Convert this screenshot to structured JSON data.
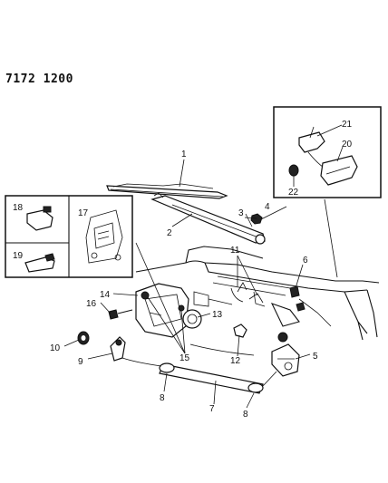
{
  "document_code": "7172 1200",
  "callouts": [
    {
      "id": "c1",
      "label": "1"
    },
    {
      "id": "c2",
      "label": "2"
    },
    {
      "id": "c3",
      "label": "3"
    },
    {
      "id": "c4",
      "label": "4"
    },
    {
      "id": "c5",
      "label": "5"
    },
    {
      "id": "c6",
      "label": "6"
    },
    {
      "id": "c7",
      "label": "7"
    },
    {
      "id": "c8a",
      "label": "8"
    },
    {
      "id": "c8b",
      "label": "8"
    },
    {
      "id": "c9",
      "label": "9"
    },
    {
      "id": "c10",
      "label": "10"
    },
    {
      "id": "c11",
      "label": "11"
    },
    {
      "id": "c12",
      "label": "12"
    },
    {
      "id": "c13",
      "label": "13"
    },
    {
      "id": "c14",
      "label": "14"
    },
    {
      "id": "c15",
      "label": "15"
    },
    {
      "id": "c16",
      "label": "16"
    },
    {
      "id": "c17",
      "label": "17"
    },
    {
      "id": "c18",
      "label": "18"
    },
    {
      "id": "c19",
      "label": "19"
    },
    {
      "id": "c20",
      "label": "20"
    },
    {
      "id": "c21",
      "label": "21"
    },
    {
      "id": "c22",
      "label": "22"
    }
  ]
}
